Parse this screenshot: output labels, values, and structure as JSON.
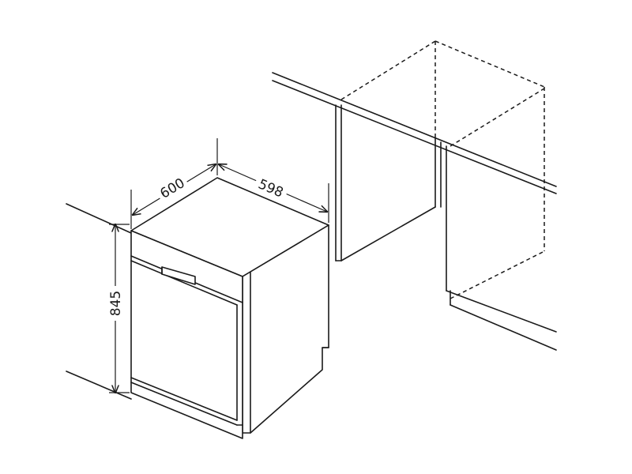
{
  "diagram": {
    "dimensions": {
      "depth_label": "600",
      "width_label": "598",
      "height_label": "845"
    },
    "colors": {
      "line": "#1a1a1a",
      "background": "#ffffff"
    }
  }
}
